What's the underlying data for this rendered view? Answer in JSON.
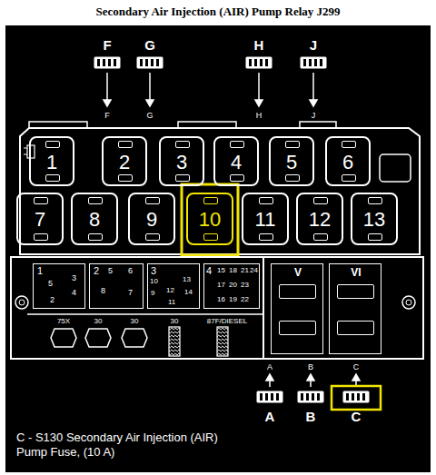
{
  "diagram": {
    "title": "Secondary Air Injection (AIR) Pump Relay J299",
    "caption": "C - S130 Secondary Air Injection (AIR) Pump Fuse, (10 A)",
    "nodes": [
      {
        "text": [
          "F"
        ]
      },
      {
        "text": [
          "G"
        ]
      },
      {
        "text": [
          "H"
        ]
      },
      {
        "text": [
          "J"
        ]
      },
      {
        "text": [
          "1"
        ]
      },
      {
        "text": [
          "2"
        ]
      },
      {
        "text": [
          "3"
        ]
      },
      {
        "text": [
          "4"
        ]
      },
      {
        "text": [
          "5"
        ]
      },
      {
        "text": [
          "6"
        ]
      },
      {
        "text": [
          "7"
        ]
      },
      {
        "text": [
          "8"
        ]
      },
      {
        "text": [
          "9"
        ]
      },
      {
        "text": [
          "10"
        ]
      },
      {
        "text": [
          "11"
        ]
      },
      {
        "text": [
          "12"
        ]
      },
      {
        "text": [
          "13"
        ]
      },
      {
        "text": [
          "1",
          "5",
          "3",
          "4",
          "2"
        ]
      },
      {
        "text": [
          "2",
          "5",
          "6",
          "8",
          "7"
        ]
      },
      {
        "text": [
          "3",
          "10",
          "13",
          "9",
          "12",
          "14",
          "11"
        ]
      },
      {
        "text": [
          "4",
          "15",
          "18",
          "21",
          "24",
          "17",
          "20",
          "23",
          "16",
          "19",
          "22"
        ]
      },
      {
        "text": [
          "V"
        ]
      },
      {
        "text": [
          "VI"
        ]
      },
      {
        "text": [
          "A"
        ]
      },
      {
        "text": [
          "B"
        ]
      },
      {
        "text": [
          "C"
        ]
      }
    ],
    "labels": [
      "F",
      "G",
      "H",
      "J",
      "75X",
      "30",
      "30",
      "30",
      "87F/DIESEL",
      "A",
      "B",
      "C"
    ]
  }
}
